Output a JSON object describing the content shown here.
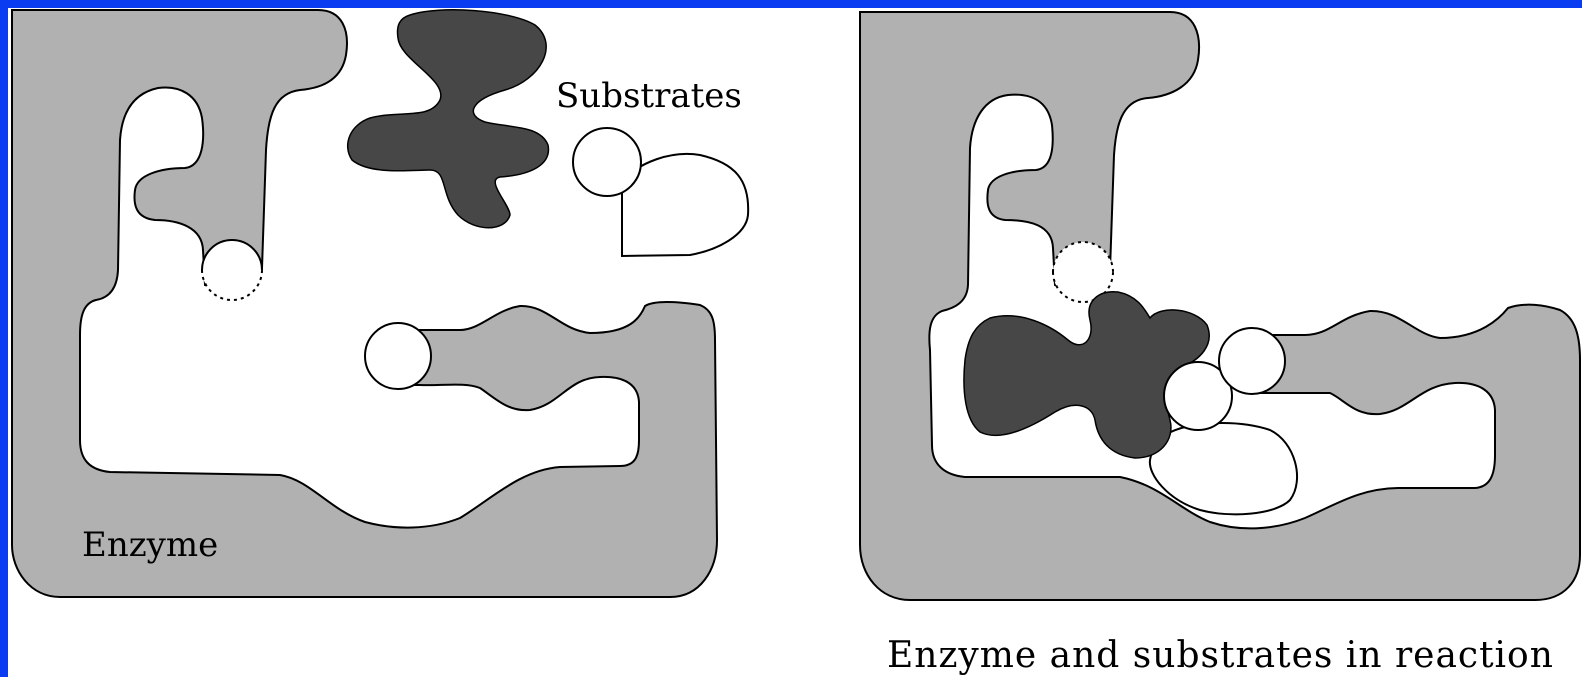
{
  "left_panel": {
    "enzyme_label": "Enzyme",
    "substrates_label": "Substrates"
  },
  "right_panel": {
    "caption": "Enzyme and substrates in reaction"
  },
  "colors": {
    "border": "#0a3cf2",
    "enzyme": "#b1b1b1",
    "dark_substrate": "#474747",
    "outline": "#000000",
    "background": "#ffffff"
  }
}
